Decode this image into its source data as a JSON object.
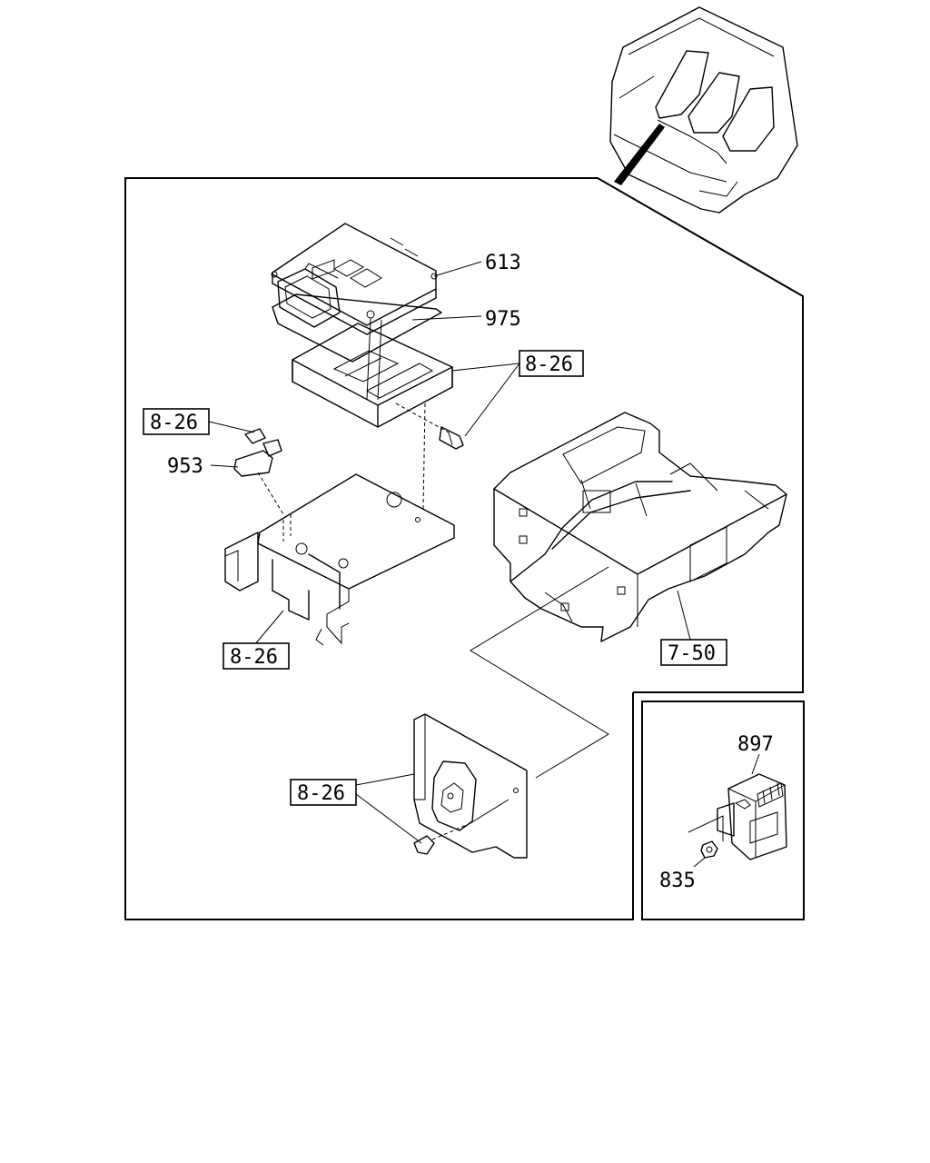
{
  "callouts": {
    "ecu": "613",
    "pad": "975",
    "sensor": "953",
    "relay": "897",
    "nut": "835"
  },
  "refs": {
    "ref_bracket_top": "8-26",
    "ref_sensor": "8-26",
    "ref_base": "8-26",
    "ref_plate": "8-26",
    "ref_seat": "7-50"
  }
}
